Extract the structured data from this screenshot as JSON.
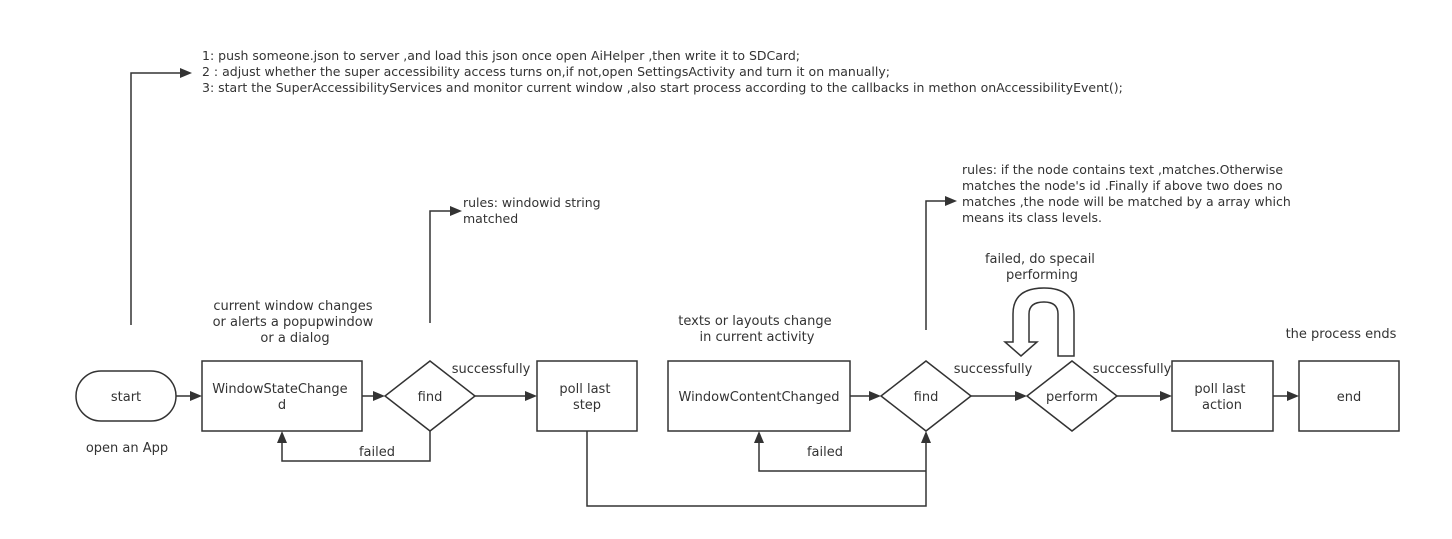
{
  "notes": {
    "setup": [
      "1: push someone.json to server ,and load this json once open AiHelper ,then write it to SDCard;",
      "2 : adjust  whether the super accessibility access  turns on,if not,open SettingsActivity and turn it on manually;",
      "3: start the SuperAccessibilityServices and monitor current window ,also start process according to the callbacks in methon onAccessibilityEvent();"
    ],
    "window_rule": [
      "rules: windowid  string",
      "matched"
    ],
    "node_rule": [
      "rules: if the node contains text ,matches.Otherwise",
      "matches the node's id  .Finally if above two does no",
      "matches ,the node will be matched by a array which",
      "means its  class levels."
    ],
    "open_app": "open an App",
    "window_change": [
      "current window changes",
      "or alerts a popupwindow",
      "or a dialog"
    ],
    "content_change": [
      "texts or layouts change",
      "in current activity"
    ],
    "special": [
      "failed, do specail",
      "performing"
    ],
    "process_end": "the  process ends"
  },
  "nodes": {
    "start": "start",
    "window_state": [
      "WindowStateChange",
      "d"
    ],
    "find1": "find",
    "poll_step": [
      "poll last",
      "step"
    ],
    "window_content": "WindowContentChanged",
    "find2": "find",
    "perform": "perform",
    "poll_action": [
      "poll last",
      "action"
    ],
    "end": "end"
  },
  "edges": {
    "success1": "successfully",
    "failed1": "failed",
    "success2": "successfully",
    "failed2": "failed",
    "success3": "successfully"
  }
}
